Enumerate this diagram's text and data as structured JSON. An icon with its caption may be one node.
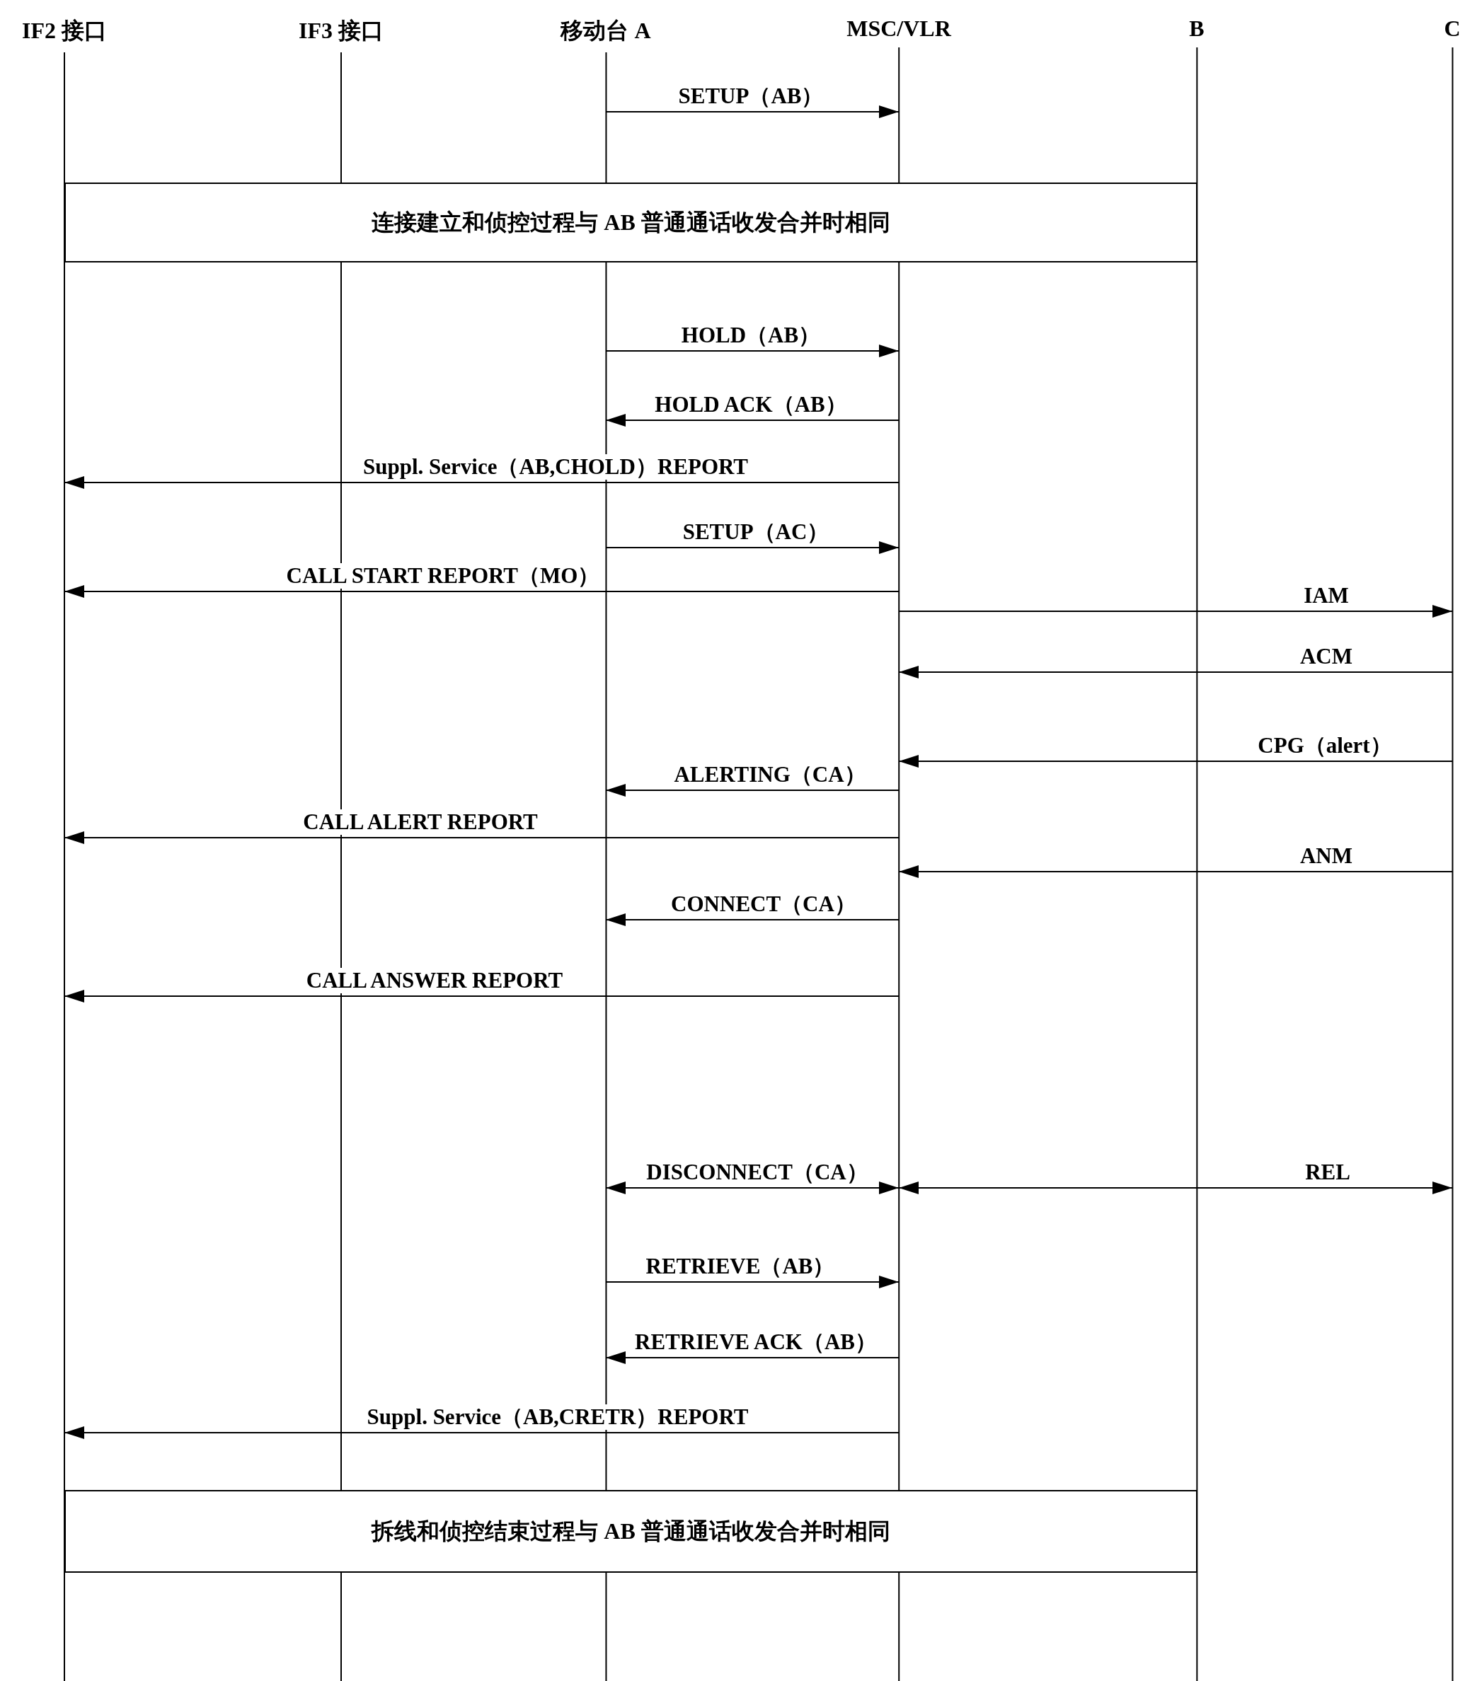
{
  "diagram": {
    "nodes": [
      {
        "text": [
          "IF2 接口"
        ]
      },
      {
        "text": [
          "IF3 接口"
        ]
      },
      {
        "text": [
          "移动台 A"
        ]
      },
      {
        "text": [
          "MSC/VLR"
        ]
      },
      {
        "text": [
          "B"
        ]
      },
      {
        "text": [
          "C"
        ]
      },
      {
        "text": [
          "连接建立和侦控过程与 AB 普通通话收发合并时相同"
        ]
      },
      {
        "text": [
          "拆线和侦控结束过程与 AB 普通通话收发合并时相同"
        ]
      }
    ],
    "edges": [
      {
        "from": 2,
        "to": 3,
        "arrow": "to",
        "label": "SETUP（AB）"
      },
      {
        "from": 2,
        "to": 3,
        "arrow": "to",
        "label": "HOLD（AB）"
      },
      {
        "from": 3,
        "to": 2,
        "arrow": "to",
        "label": "HOLD ACK（AB）"
      },
      {
        "from": 3,
        "to": 0,
        "arrow": "to",
        "label": "Suppl. Service（AB,CHOLD）REPORT"
      },
      {
        "from": 2,
        "to": 3,
        "arrow": "to",
        "label": "SETUP（AC）"
      },
      {
        "from": 3,
        "to": 0,
        "arrow": "to",
        "label": "CALL START REPORT（MO）"
      },
      {
        "from": 3,
        "to": 5,
        "arrow": "to",
        "label": "IAM"
      },
      {
        "from": 5,
        "to": 3,
        "arrow": "to",
        "label": "ACM"
      },
      {
        "from": 5,
        "to": 3,
        "arrow": "to",
        "label": "CPG（alert）"
      },
      {
        "from": 3,
        "to": 2,
        "arrow": "to",
        "label": "ALERTING（CA）"
      },
      {
        "from": 3,
        "to": 0,
        "arrow": "to",
        "label": "CALL ALERT REPORT"
      },
      {
        "from": 5,
        "to": 3,
        "arrow": "to",
        "label": "ANM"
      },
      {
        "from": 3,
        "to": 2,
        "arrow": "to",
        "label": "CONNECT（CA）"
      },
      {
        "from": 3,
        "to": 0,
        "arrow": "to",
        "label": "CALL ANSWER REPORT"
      },
      {
        "from": 2,
        "to": 3,
        "arrow": "both",
        "label": "DISCONNECT（CA）"
      },
      {
        "from": 3,
        "to": 5,
        "arrow": "both",
        "label": "REL"
      },
      {
        "from": 2,
        "to": 3,
        "arrow": "to",
        "label": "RETRIEVE（AB）"
      },
      {
        "from": 3,
        "to": 2,
        "arrow": "to",
        "label": "RETRIEVE ACK（AB）"
      },
      {
        "from": 3,
        "to": 0,
        "arrow": "to",
        "label": "Suppl. Service（AB,CRETR）REPORT"
      }
    ]
  }
}
